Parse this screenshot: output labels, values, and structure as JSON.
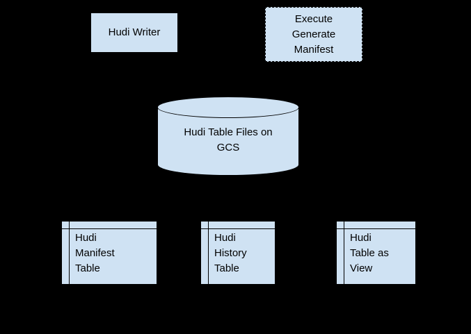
{
  "canvas": {
    "background": "#000000"
  },
  "colors": {
    "shape_fill": "#cfe2f3",
    "shape_border": "#000000",
    "text": "#000000"
  },
  "nodes": {
    "hudi_writer": {
      "label": "Hudi Writer",
      "shape": "rectangle",
      "border": "solid"
    },
    "execute_generate_manifest": {
      "label": "Execute\nGenerate\nManifest",
      "shape": "rectangle",
      "border": "dashed"
    },
    "gcs_cylinder": {
      "label": "Hudi Table Files on\nGCS",
      "shape": "cylinder",
      "border": "solid"
    },
    "hudi_manifest_table": {
      "label": "Hudi\nManifest\nTable",
      "shape": "internal-storage",
      "border": "solid"
    },
    "hudi_history_table": {
      "label": "Hudi\nHistory\nTable",
      "shape": "internal-storage",
      "border": "solid"
    },
    "hudi_table_as_view": {
      "label": "Hudi\nTable as\nView",
      "shape": "internal-storage",
      "border": "solid"
    }
  }
}
